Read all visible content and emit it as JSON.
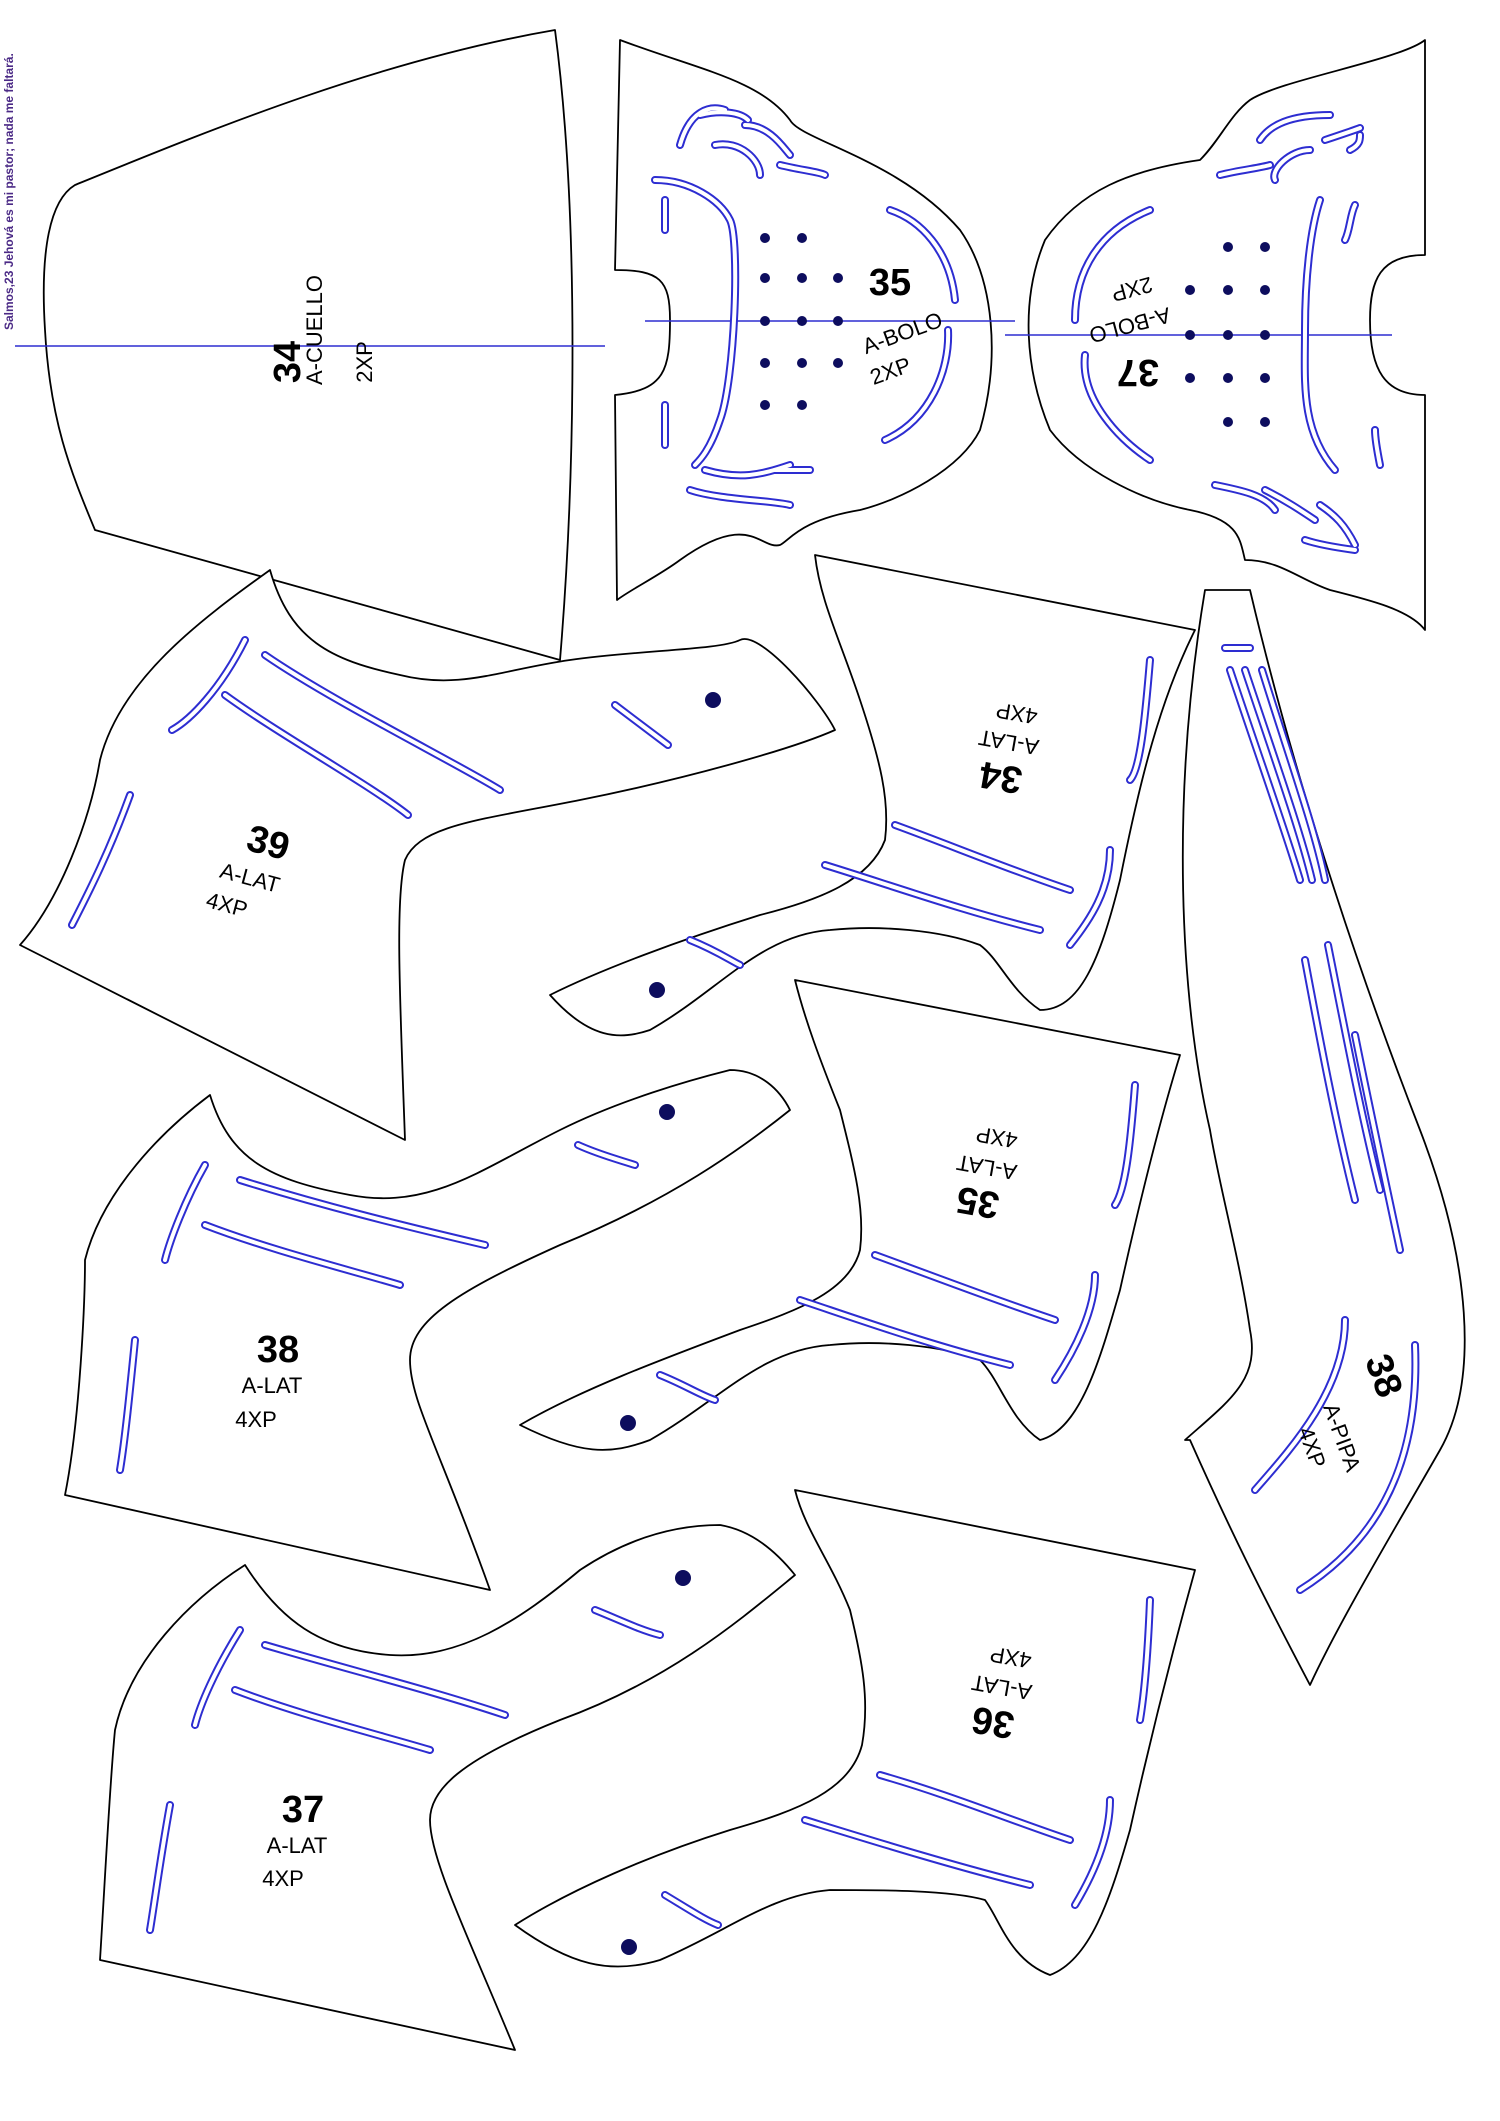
{
  "page": {
    "side_note": "Salmos,23 Jehová es mi pastor; nada me faltará."
  },
  "colors": {
    "outline": "#000000",
    "stitch": "#2d2dd1",
    "hole": "#0d0d5e",
    "side_note": "#4b2a86"
  },
  "pieces": {
    "cuello": {
      "number": "34",
      "name": "A-CUELLO",
      "qty": "2XP"
    },
    "bolo35": {
      "number": "35",
      "name": "A-BOLO",
      "qty": "2XP"
    },
    "bolo37": {
      "number": "37",
      "name": "A-BOLO",
      "qty": "2XP"
    },
    "lat39": {
      "number": "39",
      "name": "A-LAT",
      "qty": "4XP"
    },
    "lat34": {
      "number": "34",
      "name": "A-LAT",
      "qty": "4XP"
    },
    "lat38": {
      "number": "38",
      "name": "A-LAT",
      "qty": "4XP"
    },
    "lat35": {
      "number": "35",
      "name": "A-LAT",
      "qty": "4XP"
    },
    "lat37": {
      "number": "37",
      "name": "A-LAT",
      "qty": "4XP"
    },
    "lat36": {
      "number": "36",
      "name": "A-LAT",
      "qty": "4XP"
    },
    "pipa38": {
      "number": "38",
      "name": "A-PIPA",
      "qty": "4XP"
    }
  }
}
